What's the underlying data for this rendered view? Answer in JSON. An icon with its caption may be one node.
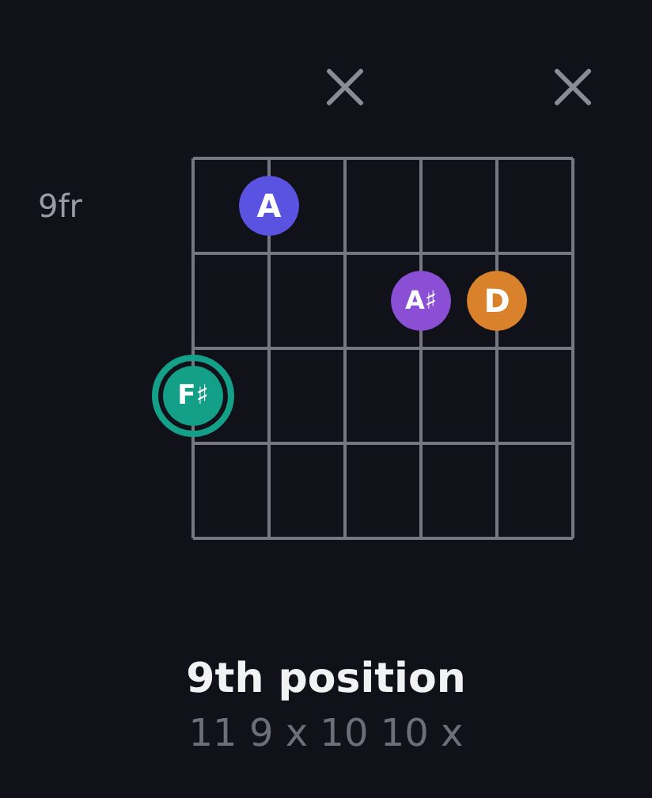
{
  "diagram": {
    "title": "9th position",
    "caption": "11 9 x 10 10 x",
    "nodes": [
      {
        "text": [
          "A"
        ]
      },
      {
        "text": [
          "A♯"
        ]
      },
      {
        "text": [
          "D"
        ]
      },
      {
        "text": [
          "F♯"
        ]
      }
    ],
    "labels": [
      "9fr"
    ]
  }
}
